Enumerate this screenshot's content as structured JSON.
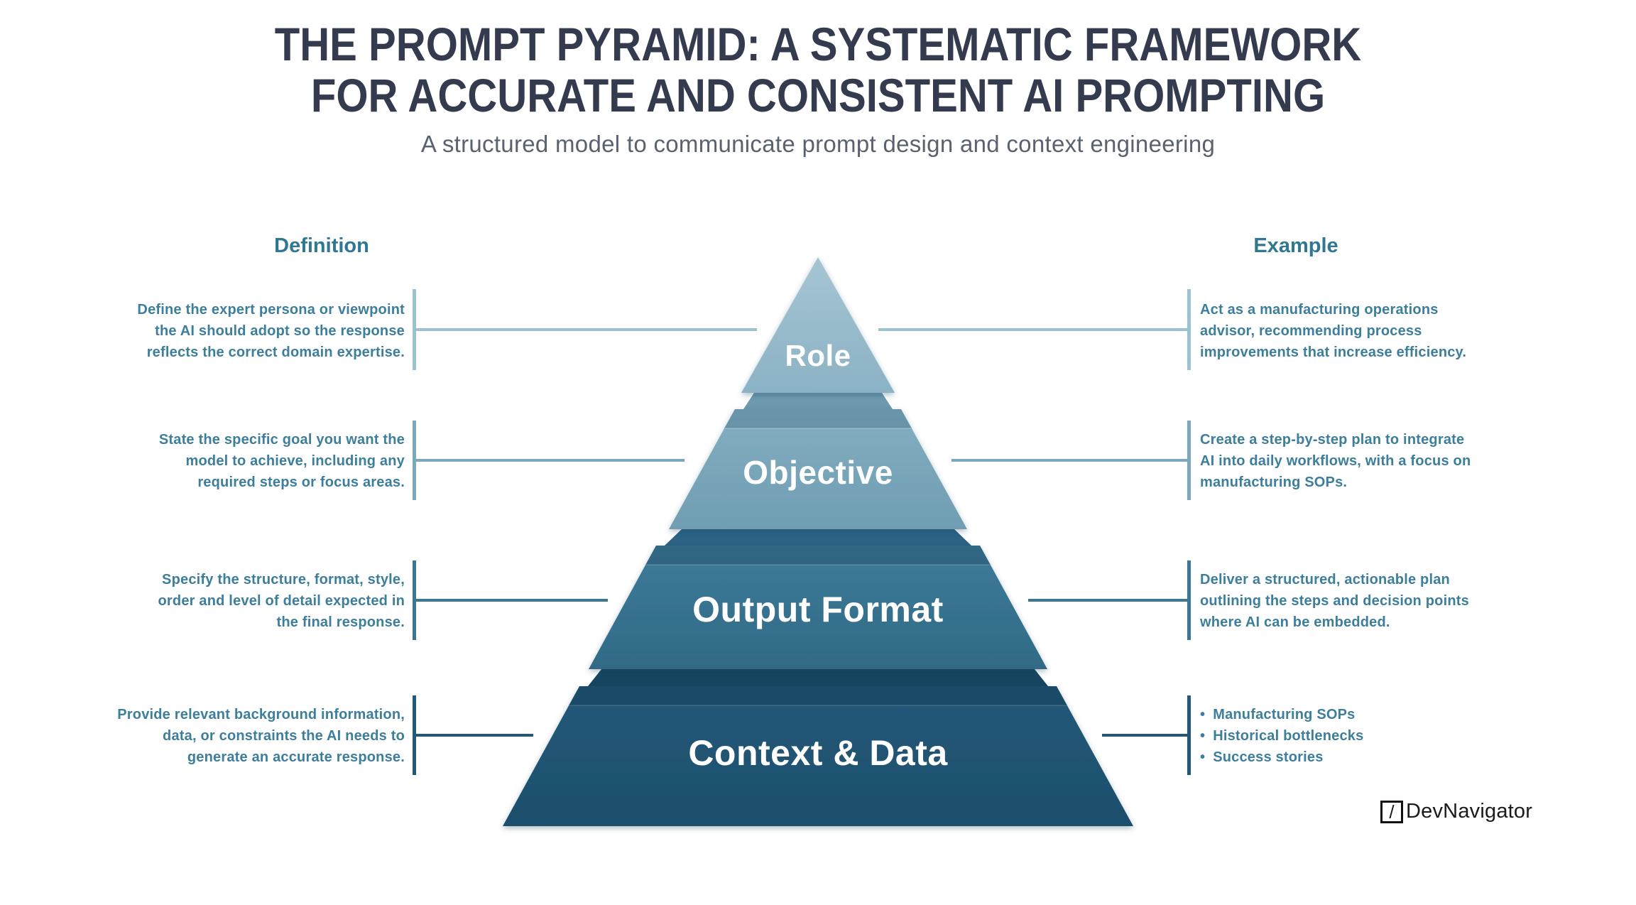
{
  "title": {
    "line1": "THE PROMPT PYRAMID: A SYSTEMATIC FRAMEWORK",
    "line2": "FOR ACCURATE AND CONSISTENT AI PROMPTING"
  },
  "subtitle": "A structured model to communicate prompt design and context engineering",
  "columns": {
    "definition_header": "Definition",
    "example_header": "Example"
  },
  "tiers": [
    {
      "label": "Role",
      "definition_lines": [
        "Define the expert persona or viewpoint",
        "the AI should adopt so the response",
        "reflects the correct domain expertise."
      ],
      "example_lines": [
        "Act as a manufacturing operations",
        "advisor, recommending process",
        "improvements that increase efficiency."
      ]
    },
    {
      "label": "Objective",
      "definition_lines": [
        "State the specific goal you want the",
        "model to achieve, including any",
        "required steps or focus areas."
      ],
      "example_lines": [
        "Create a step-by-step plan to integrate",
        "AI into daily workflows, with a focus on",
        "manufacturing SOPs."
      ]
    },
    {
      "label": "Output Format",
      "definition_lines": [
        "Specify the structure, format, style,",
        "order and level of detail expected in",
        "the final response."
      ],
      "example_lines": [
        "Deliver a structured, actionable plan",
        "outlining the steps and decision points",
        "where AI can be embedded."
      ]
    },
    {
      "label": "Context & Data",
      "definition_lines": [
        "Provide relevant background information,",
        "data, or constraints the AI needs to",
        "generate an accurate response."
      ],
      "example_bullets": [
        "Manufacturing SOPs",
        "Historical bottlenecks",
        "Success stories"
      ]
    }
  ],
  "misc": {
    "bullet_glyph": "•"
  },
  "footer": {
    "logo_glyph": "/",
    "brand": "DevNavigator"
  },
  "colors": {
    "title": "#353b4f",
    "subtitle": "#5a6270",
    "body_text": "#3c7e9c",
    "header_text": "#2f7792",
    "tier_role": "#92b8ca",
    "tier_objective": "#78a5b9",
    "tier_output_format": "#38748f",
    "tier_context_data": "#1f5472",
    "connector_role": "#9cc1d1",
    "connector_objective": "#7ca8bc",
    "connector_output_format": "#3a7795",
    "connector_context_data": "#245878",
    "tier_label_text": "#ffffff",
    "brand_text": "#1a1a1a"
  }
}
